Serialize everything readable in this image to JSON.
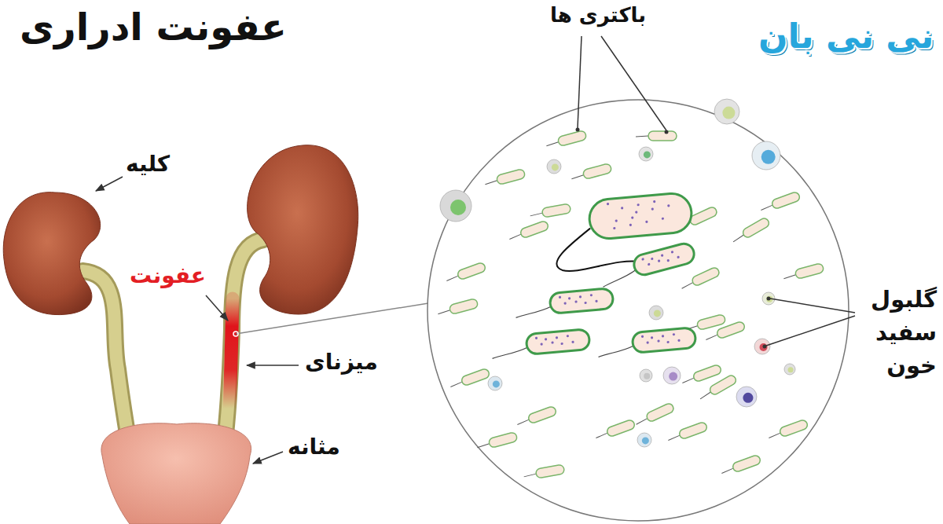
{
  "diagram": {
    "title": "عفونت ادراری",
    "labels": [
      "کلیه",
      "عفونت",
      "میزنای",
      "مثانه",
      "باکتری ها",
      "گلبول سفید خون",
      "نی نی بان"
    ]
  }
}
